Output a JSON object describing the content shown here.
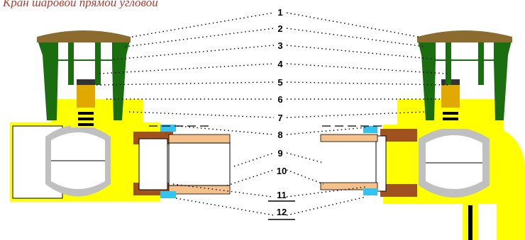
{
  "title": "Кран шаровой прямой угловой",
  "labels": [
    "1",
    "2",
    "3",
    "4",
    "5",
    "6",
    "7",
    "8",
    "9",
    "10",
    "11",
    "12"
  ],
  "colors": {
    "brass": "#ffff00",
    "cap": "#1b6e0f",
    "cap_top": "#8b6b2e",
    "seal": "#c0c0c0",
    "stem": "#e0a800",
    "nut": "#a0521e",
    "pipe": "#f5c08a",
    "oring": "#33c3ee",
    "title": "#b03a2e"
  },
  "icons": [
    "valve-left-section",
    "valve-right-section",
    "callout-numbers"
  ]
}
